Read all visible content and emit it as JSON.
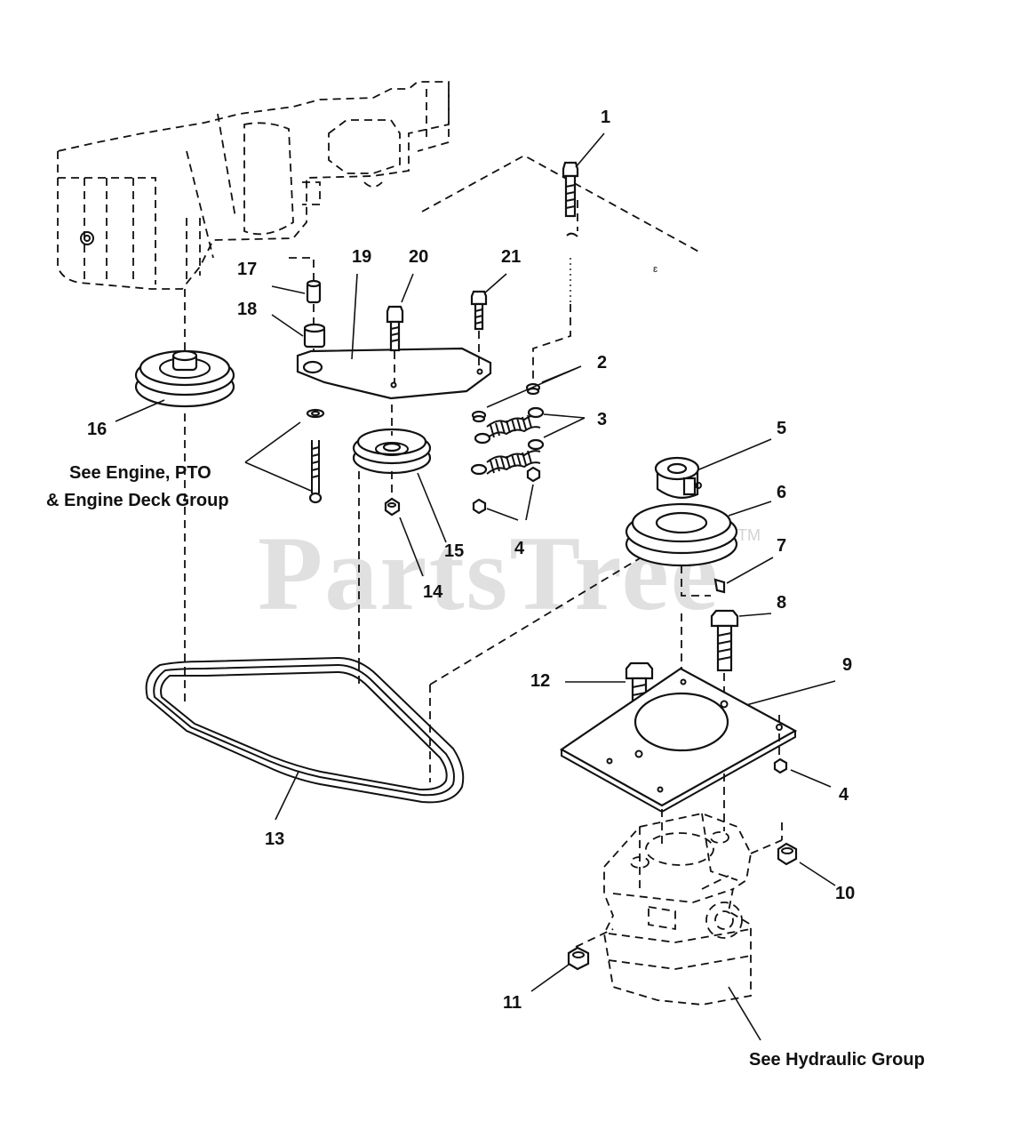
{
  "callouts": [
    "1",
    "2",
    "3",
    "4",
    "5",
    "6",
    "7",
    "8",
    "9",
    "10",
    "11",
    "12",
    "13",
    "14",
    "15",
    "16",
    "17",
    "18",
    "19",
    "20",
    "21"
  ],
  "notes": {
    "engine_line1": "See Engine, PTO",
    "engine_line2": "& Engine Deck Group",
    "hydraulic": "See Hydraulic Group"
  },
  "watermark": {
    "text": "PartsTree",
    "tm": "TM"
  },
  "icons": {
    "engine": "engine-outline-icon",
    "pump": "hydraulic-pump-outline-icon",
    "belt": "v-belt-icon"
  }
}
